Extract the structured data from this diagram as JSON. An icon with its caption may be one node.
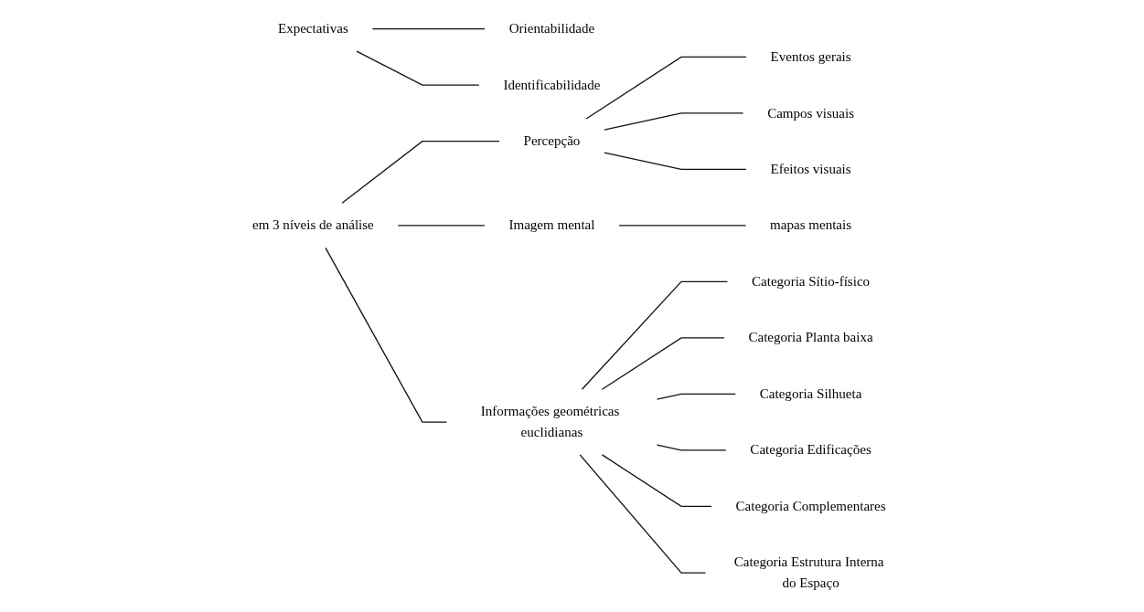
{
  "diagram": {
    "nodes": [
      {
        "text": [
          "Expectativas"
        ]
      },
      {
        "text": [
          "Orientabilidade"
        ]
      },
      {
        "text": [
          "Identificabilidade"
        ]
      },
      {
        "text": [
          "em 3 níveis de análise"
        ]
      },
      {
        "text": [
          "Percepção"
        ]
      },
      {
        "text": [
          "Eventos gerais"
        ]
      },
      {
        "text": [
          "Campos visuais"
        ]
      },
      {
        "text": [
          "Efeitos visuais"
        ]
      },
      {
        "text": [
          "Imagem mental"
        ]
      },
      {
        "text": [
          "mapas mentais"
        ]
      },
      {
        "text": [
          "Informações geométricas euclidianas"
        ]
      },
      {
        "text": [
          "Categoria Sítio-físico"
        ]
      },
      {
        "text": [
          "Categoria Planta baixa"
        ]
      },
      {
        "text": [
          "Categoria Silhueta"
        ]
      },
      {
        "text": [
          "Categoria Edificações"
        ]
      },
      {
        "text": [
          "Categoria Complementares"
        ]
      },
      {
        "text": [
          "Categoria Estrutura Interna do Espaço"
        ]
      }
    ],
    "edges": [
      {
        "from": 0,
        "to": 1,
        "arrow": "none"
      },
      {
        "from": 0,
        "to": 2,
        "arrow": "none"
      },
      {
        "from": 3,
        "to": 4,
        "arrow": "none"
      },
      {
        "from": 3,
        "to": 8,
        "arrow": "none"
      },
      {
        "from": 3,
        "to": 10,
        "arrow": "none"
      },
      {
        "from": 4,
        "to": 5,
        "arrow": "none"
      },
      {
        "from": 4,
        "to": 6,
        "arrow": "none"
      },
      {
        "from": 4,
        "to": 7,
        "arrow": "none"
      },
      {
        "from": 8,
        "to": 9,
        "arrow": "none"
      },
      {
        "from": 10,
        "to": 11,
        "arrow": "none"
      },
      {
        "from": 10,
        "to": 12,
        "arrow": "none"
      },
      {
        "from": 10,
        "to": 13,
        "arrow": "none"
      },
      {
        "from": 10,
        "to": 14,
        "arrow": "none"
      },
      {
        "from": 10,
        "to": 15,
        "arrow": "none"
      },
      {
        "from": 10,
        "to": 16,
        "arrow": "none"
      }
    ]
  }
}
